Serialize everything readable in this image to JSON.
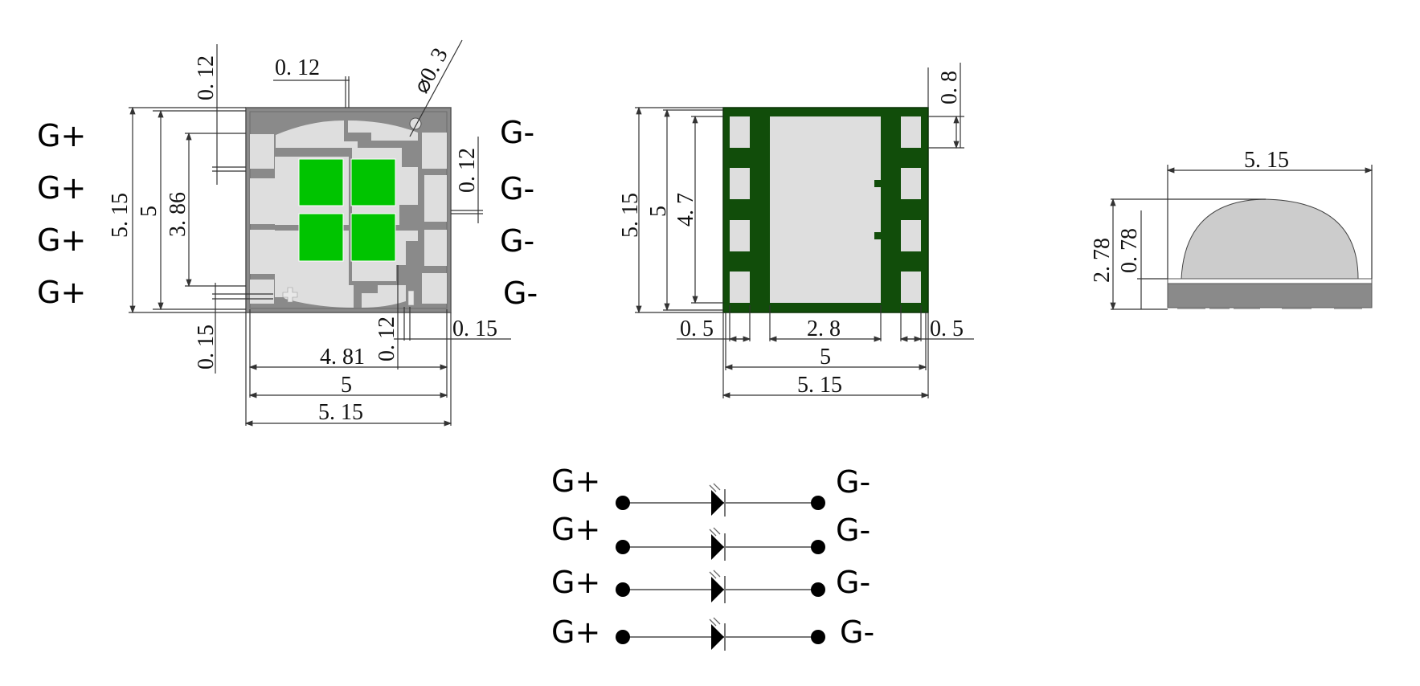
{
  "colors": {
    "substrate_gray": "#8a8a8a",
    "pad_light": "#dedede",
    "chip_green": "#00c400",
    "pcb_green": "#114d0a",
    "dome": "#cccccc",
    "base_gray": "#8a8a8a"
  },
  "top_view": {
    "left_labels": [
      "G+",
      "G+",
      "G+",
      "G+"
    ],
    "right_labels": [
      "G-",
      "G-",
      "G-",
      "G-"
    ],
    "dims": {
      "top_gap_v": "0. 12",
      "top_gap_h": "0. 12",
      "hole": "⌀0. 3",
      "right_gap": "0. 12",
      "outer_h": "5. 15",
      "inner_h": "5",
      "pad_h": "3. 86",
      "bottom_left": "0. 15",
      "bottom_gap": "0. 12",
      "bottom_right": "0. 15",
      "w_481": "4. 81",
      "w_5": "5",
      "w_515": "5. 15"
    },
    "polarity_mark": "+"
  },
  "bottom_view": {
    "dims": {
      "pad_pitch": "0. 8",
      "outer_h": "5. 15",
      "inner_h": "5",
      "pad_h": "4. 7",
      "left_pad_w": "0. 5",
      "center_pad_w": "2. 8",
      "right_pad_w": "0. 5",
      "w_5": "5",
      "w_515": "5. 15"
    }
  },
  "side_view": {
    "dims": {
      "width": "5. 15",
      "total_h": "2. 78",
      "base_h": "0. 78"
    }
  },
  "schematic": {
    "rows": [
      {
        "anode": "G+",
        "cathode": "G-"
      },
      {
        "anode": "G+",
        "cathode": "G-"
      },
      {
        "anode": "G+",
        "cathode": "G-"
      },
      {
        "anode": "G+",
        "cathode": "G-"
      }
    ]
  }
}
